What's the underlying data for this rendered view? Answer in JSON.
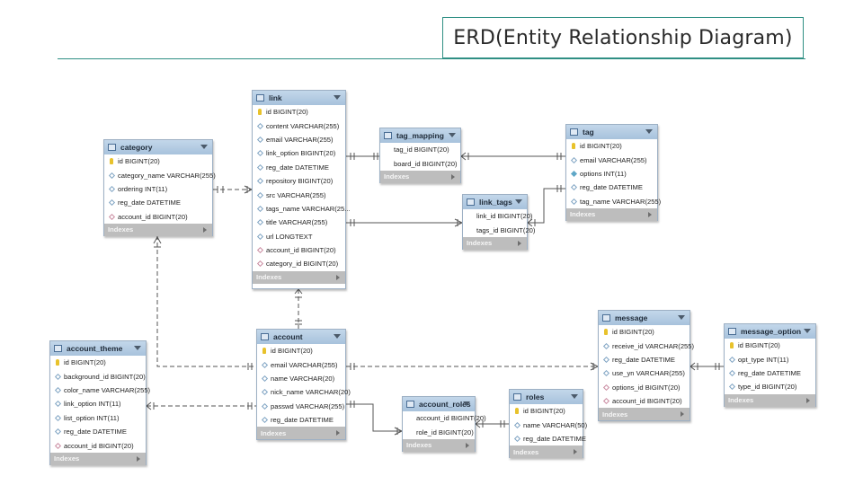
{
  "title": "ERD(Entity Relationship Diagram)",
  "tables": {
    "link": {
      "name": "link",
      "footer": "Indexes",
      "columns": [
        {
          "text": "id BIGINT(20)",
          "kind": "key"
        },
        {
          "text": "content VARCHAR(255)",
          "kind": "dia"
        },
        {
          "text": "email VARCHAR(255)",
          "kind": "dia"
        },
        {
          "text": "link_option BIGINT(20)",
          "kind": "dia"
        },
        {
          "text": "reg_date DATETIME",
          "kind": "dia"
        },
        {
          "text": "repository BIGINT(20)",
          "kind": "dia"
        },
        {
          "text": "src VARCHAR(255)",
          "kind": "dia"
        },
        {
          "text": "tags_name VARCHAR(25...",
          "kind": "dia"
        },
        {
          "text": "title VARCHAR(255)",
          "kind": "dia"
        },
        {
          "text": "url LONGTEXT",
          "kind": "dia"
        },
        {
          "text": "account_id BIGINT(20)",
          "kind": "fk"
        },
        {
          "text": "category_id BIGINT(20)",
          "kind": "fk"
        }
      ]
    },
    "category": {
      "name": "category",
      "footer": "Indexes",
      "columns": [
        {
          "text": "id BIGINT(20)",
          "kind": "key"
        },
        {
          "text": "category_name VARCHAR(255)",
          "kind": "dia"
        },
        {
          "text": "ordering INT(11)",
          "kind": "dia"
        },
        {
          "text": "reg_date DATETIME",
          "kind": "dia"
        },
        {
          "text": "account_id BIGINT(20)",
          "kind": "fk"
        }
      ]
    },
    "tag_mapping": {
      "name": "tag_mapping",
      "footer": "Indexes",
      "columns": [
        {
          "text": "tag_id BIGINT(20)",
          "kind": "none"
        },
        {
          "text": "board_id BIGINT(20)",
          "kind": "none"
        }
      ]
    },
    "tag": {
      "name": "tag",
      "footer": "Indexes",
      "columns": [
        {
          "text": "id BIGINT(20)",
          "kind": "key"
        },
        {
          "text": "email VARCHAR(255)",
          "kind": "dia"
        },
        {
          "text": "options INT(11)",
          "kind": "fill"
        },
        {
          "text": "reg_date DATETIME",
          "kind": "dia"
        },
        {
          "text": "tag_name VARCHAR(255)",
          "kind": "dia"
        }
      ]
    },
    "link_tags": {
      "name": "link_tags",
      "footer": "Indexes",
      "columns": [
        {
          "text": "link_id BIGINT(20)",
          "kind": "none"
        },
        {
          "text": "tags_id BIGINT(20)",
          "kind": "none"
        }
      ]
    },
    "account": {
      "name": "account",
      "footer": "Indexes",
      "columns": [
        {
          "text": "id BIGINT(20)",
          "kind": "key"
        },
        {
          "text": "email VARCHAR(255)",
          "kind": "dia"
        },
        {
          "text": "name VARCHAR(20)",
          "kind": "dia"
        },
        {
          "text": "nick_name VARCHAR(20)",
          "kind": "dia"
        },
        {
          "text": "passwd VARCHAR(255)",
          "kind": "dia"
        },
        {
          "text": "reg_date DATETIME",
          "kind": "dia"
        }
      ]
    },
    "account_theme": {
      "name": "account_theme",
      "footer": "Indexes",
      "columns": [
        {
          "text": "id BIGINT(20)",
          "kind": "key"
        },
        {
          "text": "background_id BIGINT(20)",
          "kind": "dia"
        },
        {
          "text": "color_name VARCHAR(255)",
          "kind": "dia"
        },
        {
          "text": "link_option INT(11)",
          "kind": "dia"
        },
        {
          "text": "list_option INT(11)",
          "kind": "dia"
        },
        {
          "text": "reg_date DATETIME",
          "kind": "dia"
        },
        {
          "text": "account_id BIGINT(20)",
          "kind": "fk"
        }
      ]
    },
    "account_roles": {
      "name": "account_roles",
      "footer": "Indexes",
      "columns": [
        {
          "text": "account_id BIGINT(20)",
          "kind": "none"
        },
        {
          "text": "role_id BIGINT(20)",
          "kind": "none"
        }
      ]
    },
    "roles": {
      "name": "roles",
      "footer": "Indexes",
      "columns": [
        {
          "text": "id BIGINT(20)",
          "kind": "key"
        },
        {
          "text": "name VARCHAR(50)",
          "kind": "dia"
        },
        {
          "text": "reg_date DATETIME",
          "kind": "dia"
        }
      ]
    },
    "message": {
      "name": "message",
      "footer": "Indexes",
      "columns": [
        {
          "text": "id BIGINT(20)",
          "kind": "key"
        },
        {
          "text": "receive_id VARCHAR(255)",
          "kind": "dia"
        },
        {
          "text": "reg_date DATETIME",
          "kind": "dia"
        },
        {
          "text": "use_yn VARCHAR(255)",
          "kind": "dia"
        },
        {
          "text": "options_id BIGINT(20)",
          "kind": "fk"
        },
        {
          "text": "account_id BIGINT(20)",
          "kind": "fk"
        }
      ]
    },
    "message_option": {
      "name": "message_option",
      "footer": "Indexes",
      "columns": [
        {
          "text": "id BIGINT(20)",
          "kind": "key"
        },
        {
          "text": "opt_type INT(11)",
          "kind": "dia"
        },
        {
          "text": "reg_date DATETIME",
          "kind": "dia"
        },
        {
          "text": "type_id BIGINT(20)",
          "kind": "dia"
        }
      ]
    }
  }
}
